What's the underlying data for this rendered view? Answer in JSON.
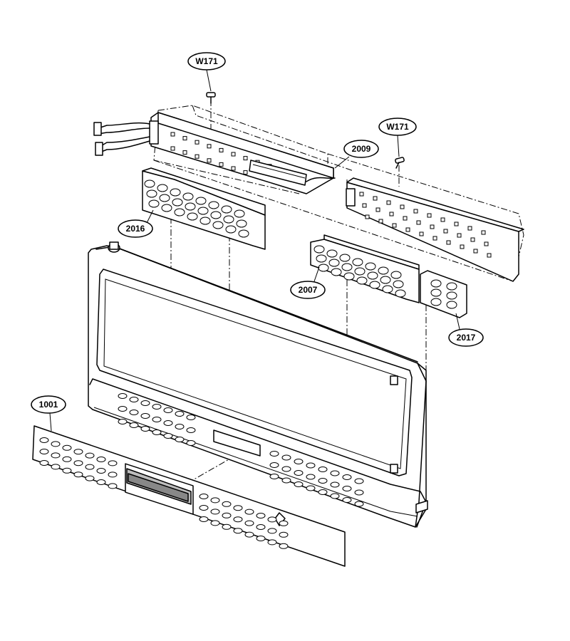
{
  "diagram": {
    "callouts": [
      {
        "id": "w171-top",
        "label": "W171"
      },
      {
        "id": "w171-right",
        "label": "W171"
      },
      {
        "id": "2009",
        "label": "2009"
      },
      {
        "id": "2016",
        "label": "2016"
      },
      {
        "id": "2007",
        "label": "2007"
      },
      {
        "id": "2017",
        "label": "2017"
      },
      {
        "id": "1001",
        "label": "1001"
      }
    ]
  }
}
